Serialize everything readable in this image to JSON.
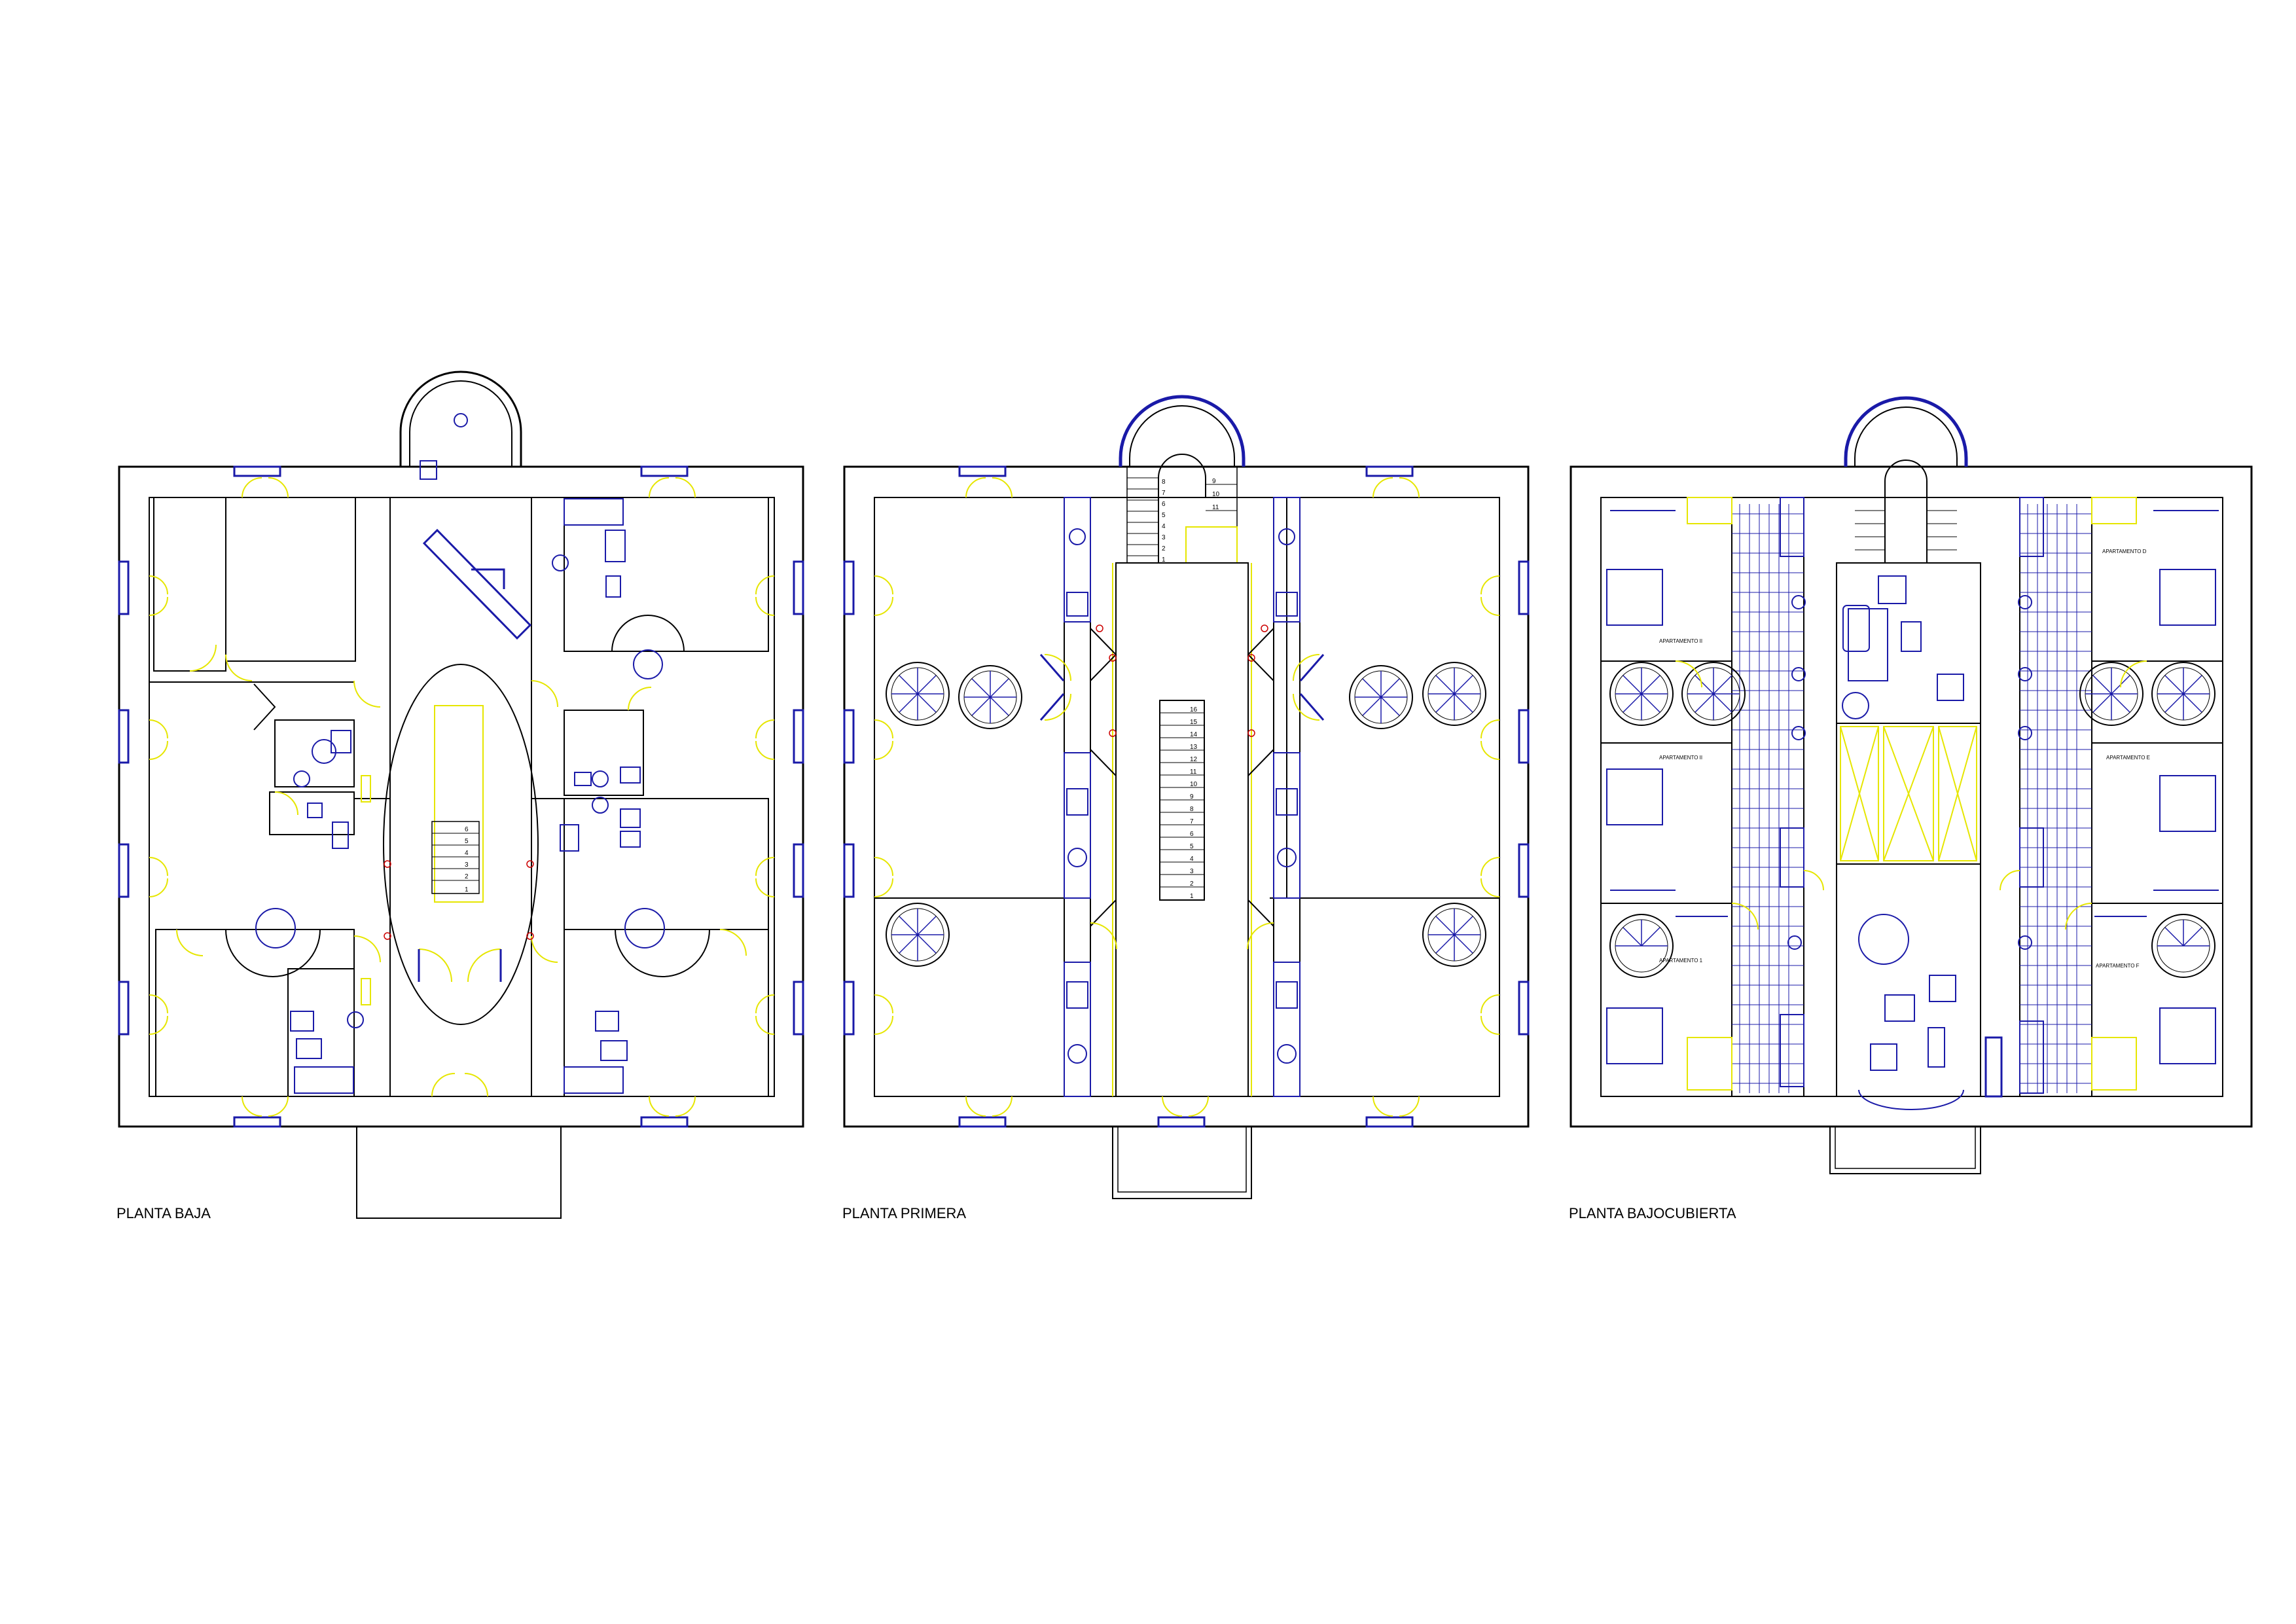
{
  "plans": [
    {
      "id": "baja",
      "title": "PLANTA BAJA",
      "stair_numbers": [
        "1",
        "2",
        "3",
        "4",
        "5",
        "6"
      ]
    },
    {
      "id": "primera",
      "title": "PLANTA PRIMERA",
      "stair_numbers": [
        "1",
        "2",
        "3",
        "4",
        "5",
        "6",
        "7",
        "8",
        "9",
        "10",
        "11",
        "12",
        "13",
        "14",
        "15",
        "16"
      ],
      "tower_stair_left": [
        "1",
        "2",
        "3",
        "4",
        "5",
        "6",
        "7",
        "8"
      ],
      "tower_stair_right": [
        "9",
        "10",
        "11"
      ]
    },
    {
      "id": "bajocubierta",
      "title": "PLANTA BAJOCUBIERTA",
      "apartments": {
        "a": "APARTAMENTO 1",
        "b": "APARTAMENTO II",
        "c": "APARTAMENTO II",
        "d": "APARTAMENTO D",
        "e": "APARTAMENTO E",
        "f": "APARTAMENTO F"
      }
    }
  ],
  "colors": {
    "wall": "#000000",
    "fixture": "#1a1aa8",
    "door_swing": "#e6e600",
    "marker": "#cc0000"
  }
}
